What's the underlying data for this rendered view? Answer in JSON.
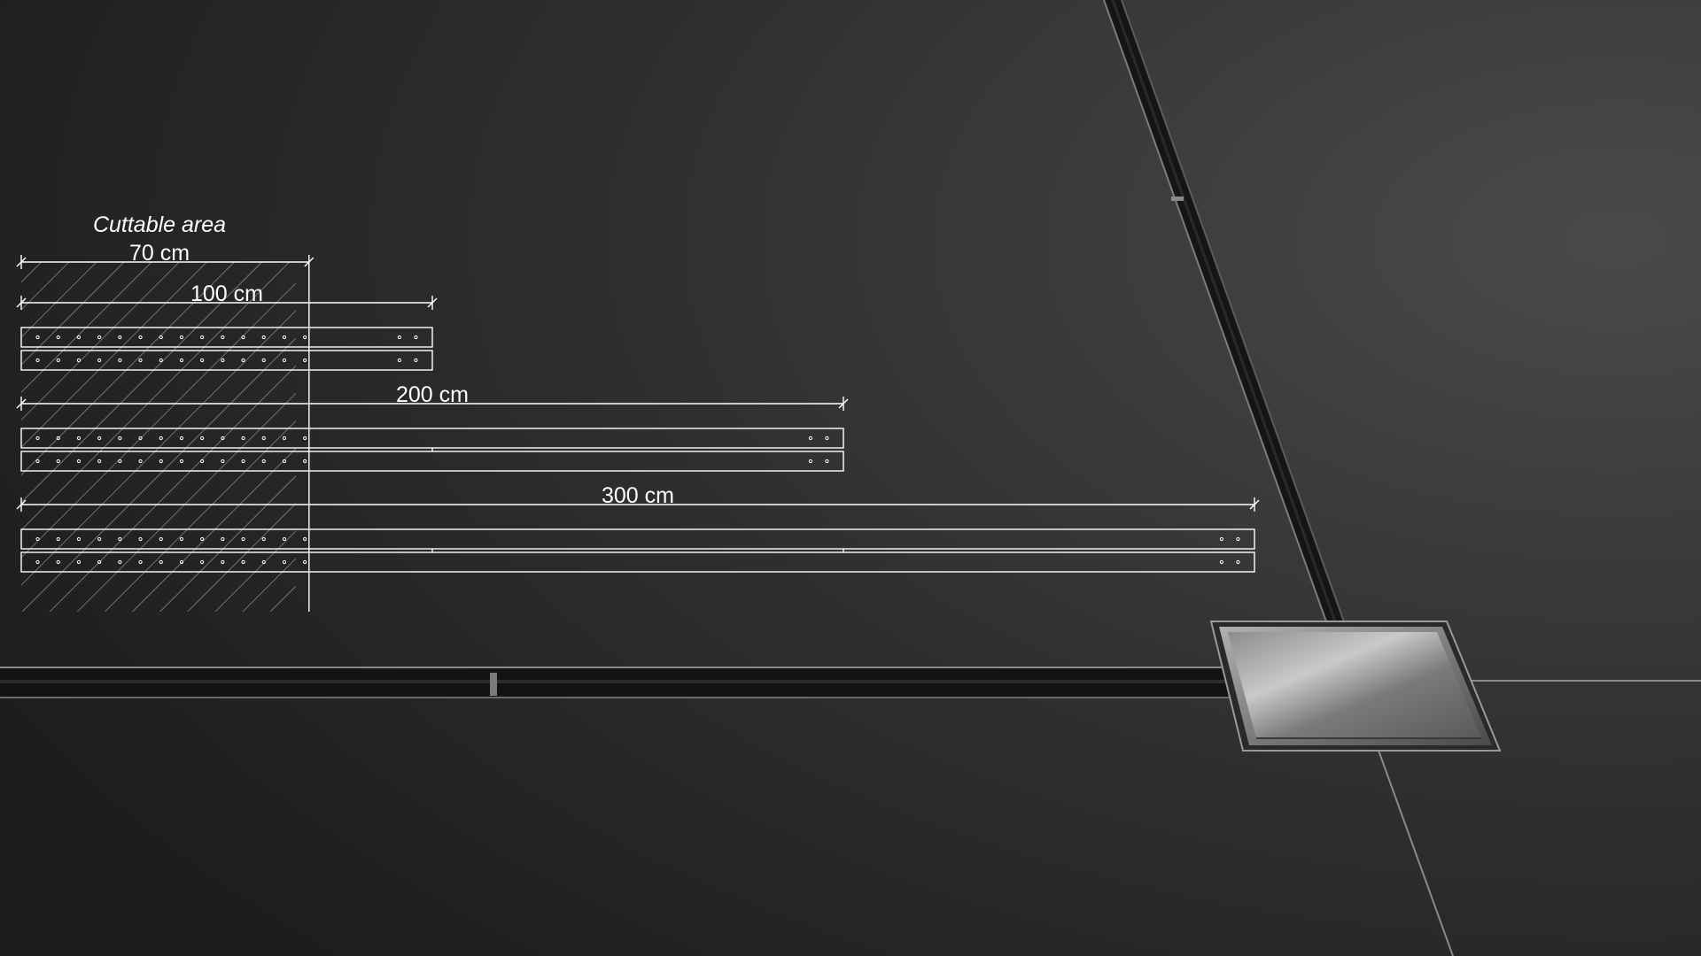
{
  "diagram": {
    "cuttable_area_label": "Cuttable area",
    "dimensions": [
      {
        "id": "70",
        "label": "70 cm",
        "length_cm": 70
      },
      {
        "id": "100",
        "label": "100 cm",
        "length_cm": 100
      },
      {
        "id": "200",
        "label": "200 cm",
        "length_cm": 200
      },
      {
        "id": "300",
        "label": "300 cm",
        "length_cm": 300
      }
    ]
  },
  "colors": {
    "background_dark": "#1e1e1e",
    "background_light": "#444444",
    "line": "#ffffff",
    "hatch": "#9a9a9a",
    "steel_light": "#d8d8d8",
    "steel_dark": "#6a6a6a"
  }
}
